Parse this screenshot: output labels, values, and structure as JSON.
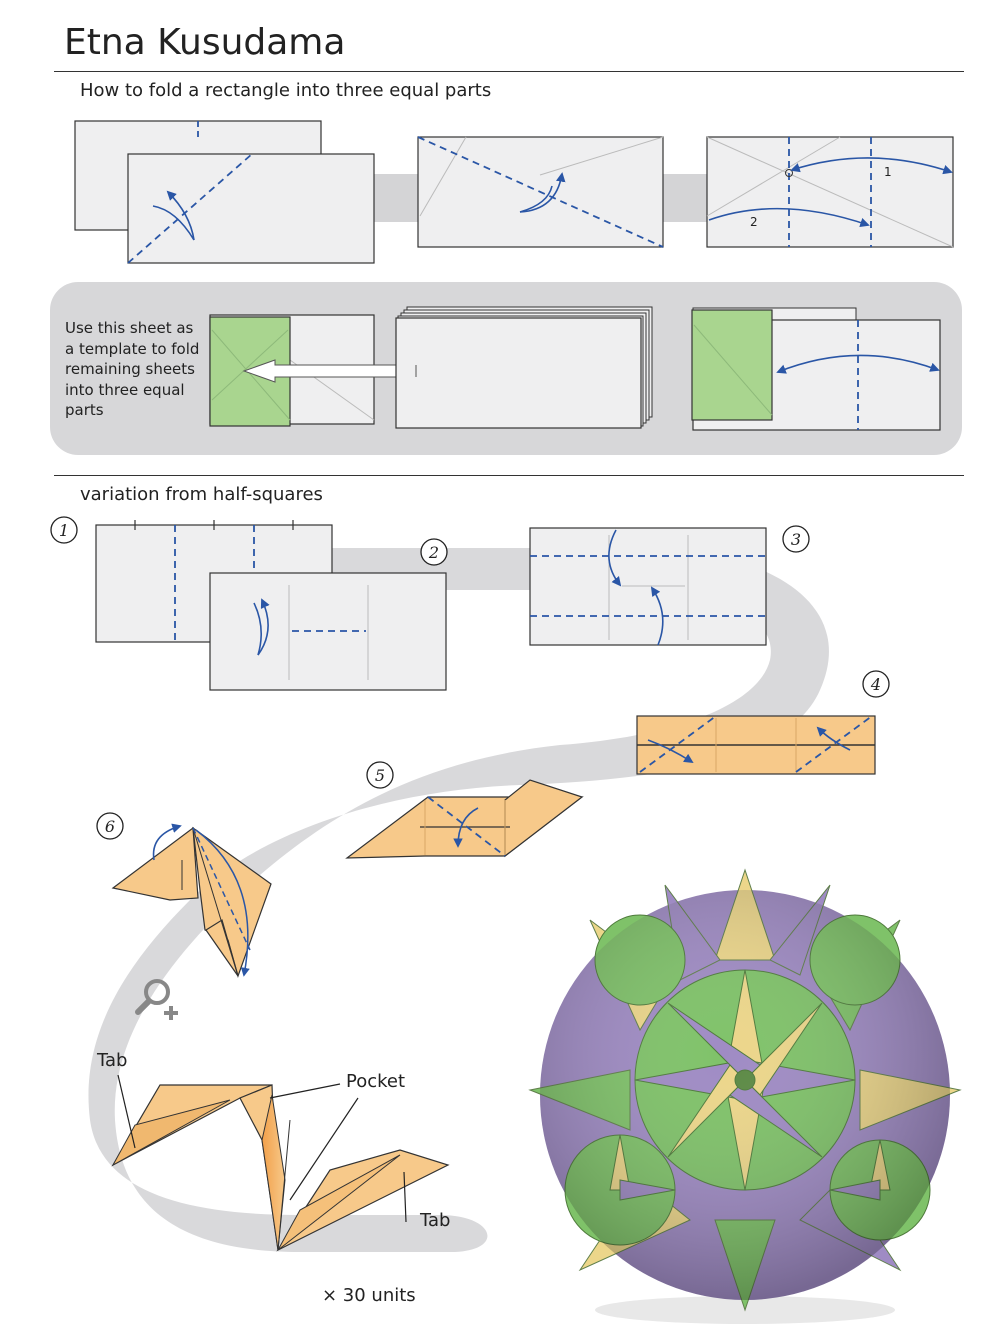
{
  "page": {
    "title": "Etna Kusudama"
  },
  "section_thirds": {
    "heading": "How to fold a rectangle into three equal parts",
    "step_marks": [
      "1",
      "2"
    ]
  },
  "template_panel": {
    "instruction": "Use this sheet as a template to fold remaining sheets into three equal parts"
  },
  "section_variation": {
    "heading": "variation from half-squares",
    "steps": [
      "1",
      "2",
      "3",
      "4",
      "5",
      "6"
    ]
  },
  "unit_labels": {
    "tab_left": "Tab",
    "pocket": "Pocket",
    "tab_right": "Tab"
  },
  "count": "× 30 units",
  "colors": {
    "paper": "#efeff0",
    "paper_edge": "#333333",
    "fold_line": "#2a56a6",
    "template_green": "#a9d58f",
    "unit_orange": "#f7c98a",
    "path_gray": "#d9d9db",
    "kusudama_green": "#7fc269",
    "kusudama_purple": "#9f8bc4",
    "kusudama_yellow": "#ecd68a"
  },
  "icons": [
    "zoom-in-icon",
    "arrow-left-icon"
  ]
}
